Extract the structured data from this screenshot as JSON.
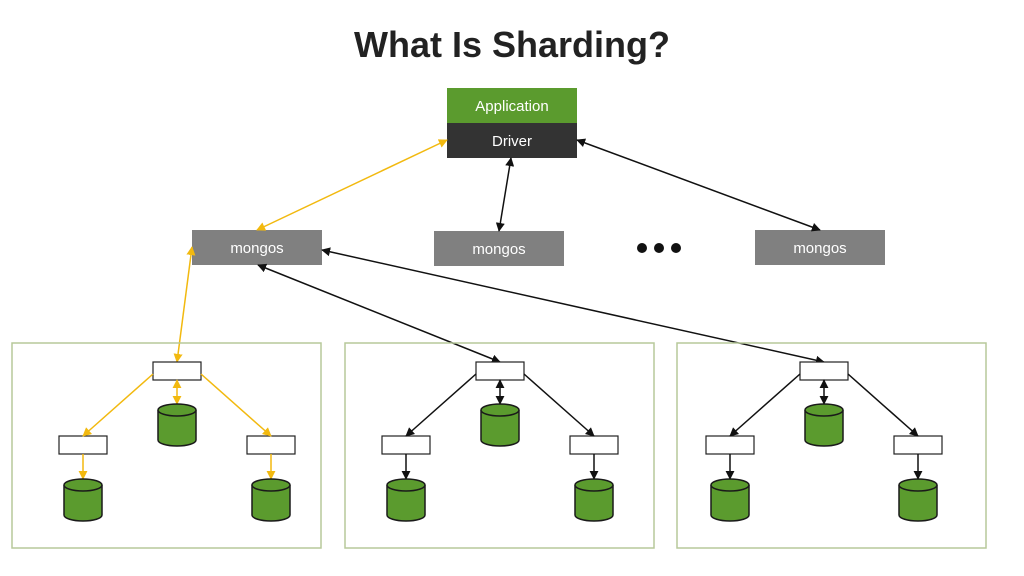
{
  "title": "What Is Sharding?",
  "application": {
    "label": "Application",
    "color": "#5b9b2e"
  },
  "driver": {
    "label": "Driver",
    "color": "#333333"
  },
  "routers": [
    {
      "label": "mongos"
    },
    {
      "label": "mongos"
    },
    {
      "label": "mongos"
    }
  ],
  "ellipsis": "•••",
  "colors": {
    "router": "#808080",
    "highlight_path": "#f2b90f",
    "connection": "#111111",
    "shard_border": "#b7c99a",
    "database": "#5b9b2e"
  },
  "shard_count": 3
}
